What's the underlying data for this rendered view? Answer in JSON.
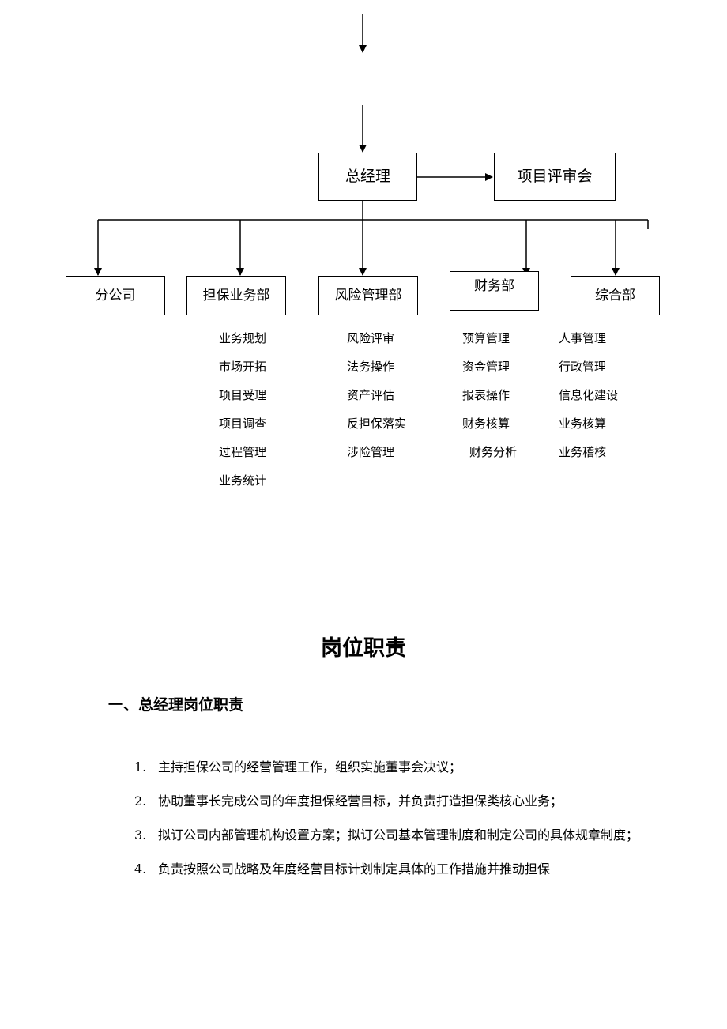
{
  "org_chart": {
    "general_manager": "总经理",
    "review_committee": "项目评审会",
    "departments": [
      {
        "name": "分公司",
        "duties": []
      },
      {
        "name": "担保业务部",
        "duties": [
          "业务规划",
          "市场开拓",
          "项目受理",
          "项目调查",
          "过程管理",
          "业务统计"
        ]
      },
      {
        "name": "风险管理部",
        "duties": [
          "风险评审",
          "法务操作",
          "资产评估",
          "反担保落实",
          "涉险管理"
        ]
      },
      {
        "name": "财务部",
        "duties": [
          "预算管理",
          "资金管理",
          "报表操作",
          "财务核算",
          "财务分析"
        ]
      },
      {
        "name": "综合部",
        "duties": [
          "人事管理",
          "行政管理",
          "信息化建设",
          "业务核算",
          "业务稽核"
        ]
      }
    ]
  },
  "section": {
    "title": "岗位职责",
    "subtitle": "一、总经理岗位职责",
    "items": [
      {
        "num": "1.",
        "text": "主持担保公司的经营管理工作，组织实施董事会决议；"
      },
      {
        "num": "2.",
        "text": "协助董事长完成公司的年度担保经营目标，并负责打造担保类核心业务；"
      },
      {
        "num": "3.",
        "text": "拟订公司内部管理机构设置方案；拟订公司基本管理制度和制定公司的具体规章制度；"
      },
      {
        "num": "4.",
        "text": "负责按照公司战略及年度经营目标计划制定具体的工作措施并推动担保"
      }
    ]
  }
}
